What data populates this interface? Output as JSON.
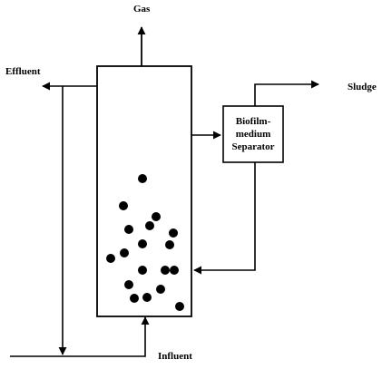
{
  "labels": {
    "gas": "Gas",
    "effluent": "Effluent",
    "sludge": "Sludge",
    "influent": "Influent",
    "separator_line1": "Biofilm-",
    "separator_line2": "medium",
    "separator_line3": "Separator"
  },
  "colors": {
    "line": "#000000",
    "particle": "#000000",
    "background": "#ffffff"
  }
}
